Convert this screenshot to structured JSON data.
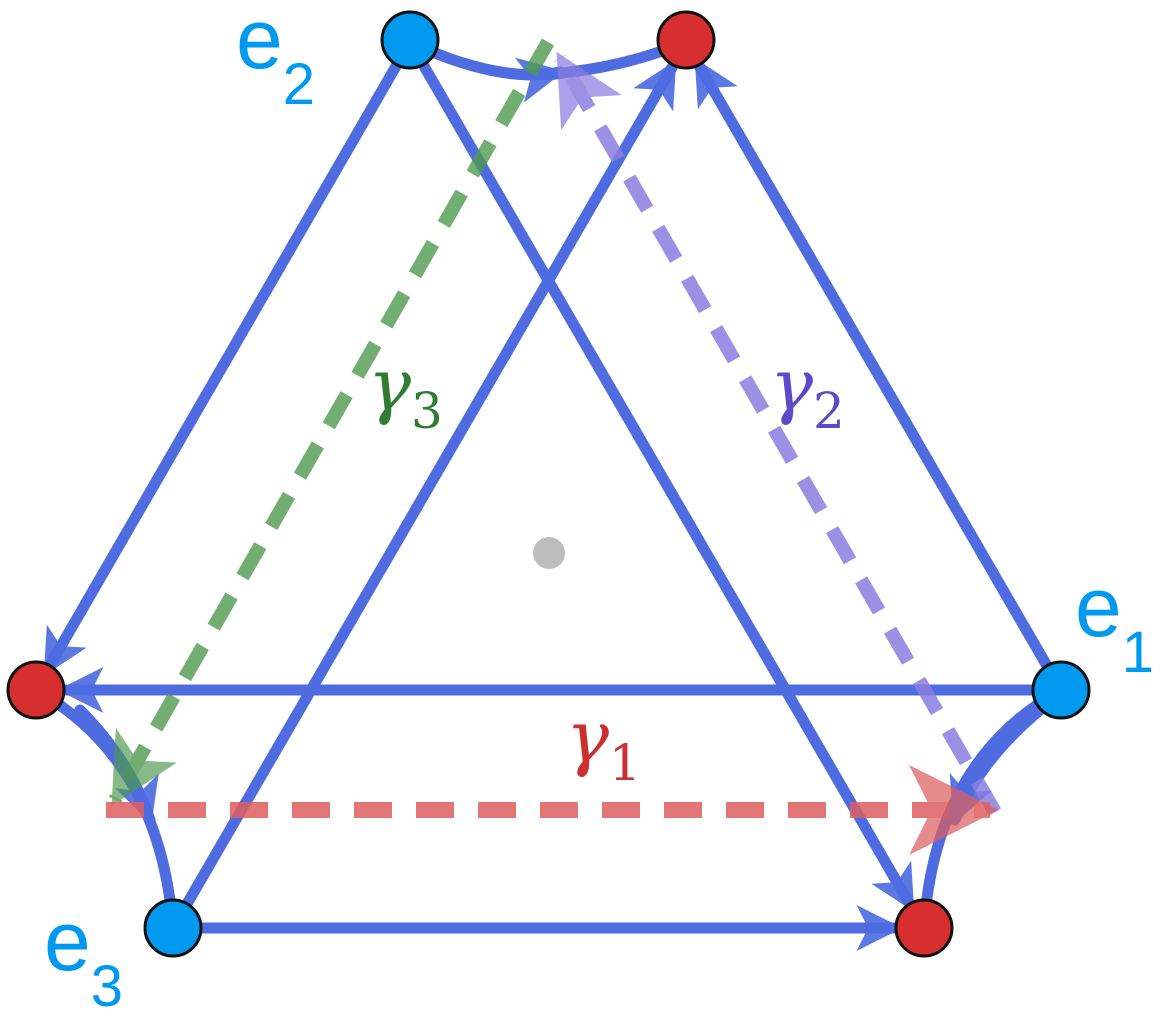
{
  "colors": {
    "edge": "#3b5ddd",
    "blue_node": "#0099f0",
    "red_node": "#d72f2f",
    "center_dot": "#bdbdbd",
    "gamma1": "#dd5f5f",
    "gamma2": "#8a7ee0",
    "gamma3": "#4f9a50",
    "gamma2_text": "#5b4ac9",
    "gamma3_text": "#2e7d32",
    "gamma1_text": "#cc2f2f",
    "e_text": "#0099f0"
  },
  "labels": {
    "e1": {
      "main": "e",
      "sub": "1"
    },
    "e2": {
      "main": "e",
      "sub": "2"
    },
    "e3": {
      "main": "e",
      "sub": "3"
    },
    "g1": {
      "main": "γ",
      "sub": "1"
    },
    "g2": {
      "main": "γ",
      "sub": "2"
    },
    "g3": {
      "main": "γ",
      "sub": "3"
    }
  },
  "nodes": [
    {
      "id": "blue_top",
      "kind": "blue",
      "label": "e2"
    },
    {
      "id": "red_top",
      "kind": "red"
    },
    {
      "id": "red_left",
      "kind": "red"
    },
    {
      "id": "blue_right",
      "kind": "blue",
      "label": "e1"
    },
    {
      "id": "blue_bottom",
      "kind": "blue",
      "label": "e3"
    },
    {
      "id": "red_bottom",
      "kind": "red"
    },
    {
      "id": "center",
      "kind": "center"
    }
  ]
}
